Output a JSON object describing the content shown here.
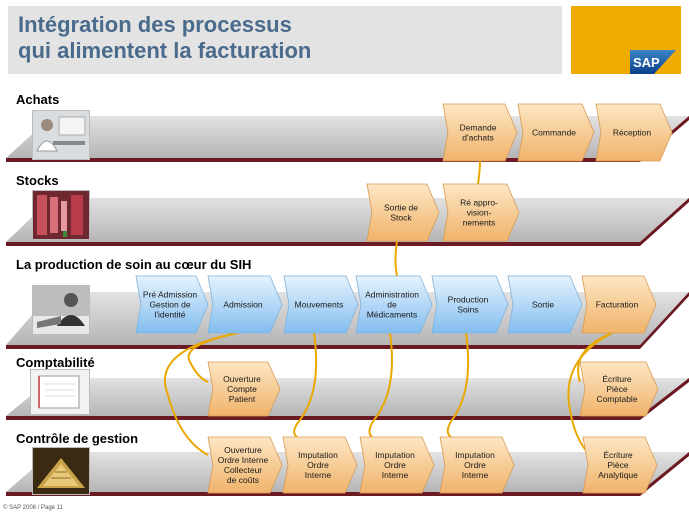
{
  "slide": {
    "title_lines": [
      "Intégration des processus",
      "qui alimentent la facturation"
    ],
    "logo_text": "SAP",
    "footer": "© SAP 2008 / Page 11"
  },
  "colors": {
    "title_text": "#4a6b8c",
    "title_band": "#e3e3e3",
    "logo_band": "#f0ab00",
    "lane_band": "#c8c8c8",
    "lane_accent": "#6b1a24",
    "step_orange": "#f5c98e",
    "step_blue": "#a9d3f5",
    "connector": "#e8a800"
  },
  "lanes": [
    {
      "id": "achats",
      "label": "Achats",
      "image": "office-worker-photo"
    },
    {
      "id": "stocks",
      "label": "Stocks",
      "image": "warehouse-shelves-photo"
    },
    {
      "id": "production",
      "label": "La production de soin au cœur du SIH",
      "image": "patient-care-photo"
    },
    {
      "id": "comptabilite",
      "label": "Comptabilité",
      "image": "notebook-photo"
    },
    {
      "id": "controle",
      "label": "Contrôle de gestion",
      "image": "books-ledger-photo"
    }
  ],
  "steps": [
    {
      "id": "demande-achats",
      "lane": "achats",
      "lines": [
        "Demande",
        "d'achats"
      ],
      "style": "orange"
    },
    {
      "id": "commande",
      "lane": "achats",
      "lines": [
        "Commande"
      ],
      "style": "orange"
    },
    {
      "id": "reception",
      "lane": "achats",
      "lines": [
        "Réception"
      ],
      "style": "orange"
    },
    {
      "id": "sortie-stock",
      "lane": "stocks",
      "lines": [
        "Sortie de",
        "Stock"
      ],
      "style": "orange"
    },
    {
      "id": "reappro",
      "lane": "stocks",
      "lines": [
        "Ré appro-",
        "vision-",
        "nements"
      ],
      "style": "orange"
    },
    {
      "id": "pre-admission",
      "lane": "production",
      "lines": [
        "Pré Admission",
        "Gestion de",
        "l'identité"
      ],
      "style": "blue"
    },
    {
      "id": "admission",
      "lane": "production",
      "lines": [
        "Admission"
      ],
      "style": "blue"
    },
    {
      "id": "mouvements",
      "lane": "production",
      "lines": [
        "Mouvements"
      ],
      "style": "blue"
    },
    {
      "id": "administration-medicaments",
      "lane": "production",
      "lines": [
        "Administration",
        "de",
        "Médicaments"
      ],
      "style": "blue"
    },
    {
      "id": "production-soins",
      "lane": "production",
      "lines": [
        "Production",
        "Soins"
      ],
      "style": "blue"
    },
    {
      "id": "sortie",
      "lane": "production",
      "lines": [
        "Sortie"
      ],
      "style": "blue"
    },
    {
      "id": "facturation",
      "lane": "production",
      "lines": [
        "Facturation"
      ],
      "style": "orange"
    },
    {
      "id": "ouverture-compte",
      "lane": "comptabilite",
      "lines": [
        "Ouverture",
        "Compte",
        "Patient"
      ],
      "style": "orange"
    },
    {
      "id": "ecriture-comptable",
      "lane": "comptabilite",
      "lines": [
        "Écriture",
        "Pièce",
        "Comptable"
      ],
      "style": "orange"
    },
    {
      "id": "ouverture-ordre",
      "lane": "controle",
      "lines": [
        "Ouverture",
        "Ordre Interne",
        "Collecteur",
        "de coûts"
      ],
      "style": "orange"
    },
    {
      "id": "imputation-1",
      "lane": "controle",
      "lines": [
        "Imputation",
        "Ordre",
        "Interne"
      ],
      "style": "orange"
    },
    {
      "id": "imputation-2",
      "lane": "controle",
      "lines": [
        "Imputation",
        "Ordre",
        "Interne"
      ],
      "style": "orange"
    },
    {
      "id": "imputation-3",
      "lane": "controle",
      "lines": [
        "Imputation",
        "Ordre",
        "Interne"
      ],
      "style": "orange"
    },
    {
      "id": "ecriture-analytique",
      "lane": "controle",
      "lines": [
        "Écriture",
        "Pièce",
        "Analytique"
      ],
      "style": "orange"
    }
  ],
  "connectors": [
    {
      "from": "sortie-stock",
      "to": "administration-medicaments"
    },
    {
      "from": "reappro",
      "to": "demande-achats"
    },
    {
      "from": "admission",
      "to": "ouverture-compte"
    },
    {
      "from": "admission",
      "to": "ouverture-ordre"
    },
    {
      "from": "mouvements",
      "to": "imputation-1"
    },
    {
      "from": "administration-medicaments",
      "to": "imputation-2"
    },
    {
      "from": "production-soins",
      "to": "imputation-3"
    },
    {
      "from": "facturation",
      "to": "ecriture-comptable"
    },
    {
      "from": "facturation",
      "to": "ecriture-analytique"
    }
  ]
}
